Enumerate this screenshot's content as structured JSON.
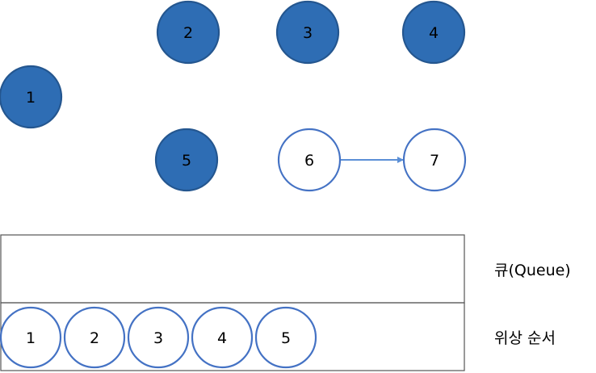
{
  "colors": {
    "visited_fill": "#2e6db4",
    "visited_stroke": "#24568f",
    "unvisited_fill": "#ffffff",
    "node_stroke": "#4472c4",
    "edge": "#5b8fd6",
    "box_border": "#555555",
    "text": "#000000"
  },
  "graph": {
    "nodes": [
      {
        "id": "n1",
        "label": "1",
        "visited": true
      },
      {
        "id": "n2",
        "label": "2",
        "visited": true
      },
      {
        "id": "n3",
        "label": "3",
        "visited": true
      },
      {
        "id": "n4",
        "label": "4",
        "visited": true
      },
      {
        "id": "n5",
        "label": "5",
        "visited": true
      },
      {
        "id": "n6",
        "label": "6",
        "visited": false
      },
      {
        "id": "n7",
        "label": "7",
        "visited": false
      }
    ],
    "edges": [
      {
        "from": "n6",
        "to": "n7"
      }
    ]
  },
  "queue": {
    "label": "큐(Queue)",
    "items": []
  },
  "topo_order": {
    "label": "위상 순서",
    "items": [
      "1",
      "2",
      "3",
      "4",
      "5"
    ]
  }
}
